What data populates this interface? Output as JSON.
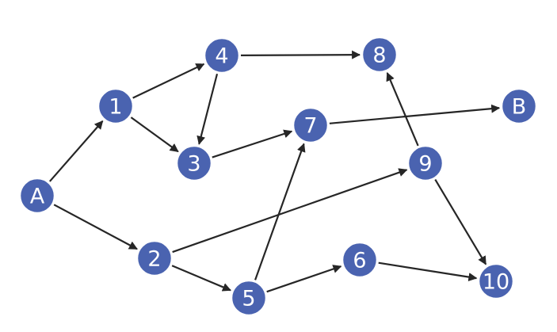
{
  "style": {
    "node_fill": "#4a63b0",
    "node_stroke": "#ffffff",
    "label_color": "#ffffff",
    "edge_color": "#262626"
  },
  "nodes": [
    {
      "id": "A",
      "label": "A"
    },
    {
      "id": "1",
      "label": "1"
    },
    {
      "id": "2",
      "label": "2"
    },
    {
      "id": "3",
      "label": "3"
    },
    {
      "id": "4",
      "label": "4"
    },
    {
      "id": "5",
      "label": "5"
    },
    {
      "id": "6",
      "label": "6"
    },
    {
      "id": "7",
      "label": "7"
    },
    {
      "id": "8",
      "label": "8"
    },
    {
      "id": "9",
      "label": "9"
    },
    {
      "id": "10",
      "label": "10"
    },
    {
      "id": "B",
      "label": "B"
    }
  ],
  "edges": [
    {
      "from": "A",
      "to": "1"
    },
    {
      "from": "A",
      "to": "2"
    },
    {
      "from": "1",
      "to": "4"
    },
    {
      "from": "1",
      "to": "3"
    },
    {
      "from": "4",
      "to": "3"
    },
    {
      "from": "4",
      "to": "8"
    },
    {
      "from": "3",
      "to": "7"
    },
    {
      "from": "7",
      "to": "B"
    },
    {
      "from": "2",
      "to": "9"
    },
    {
      "from": "2",
      "to": "5"
    },
    {
      "from": "5",
      "to": "7"
    },
    {
      "from": "5",
      "to": "6"
    },
    {
      "from": "6",
      "to": "10"
    },
    {
      "from": "9",
      "to": "8"
    },
    {
      "from": "9",
      "to": "10"
    }
  ]
}
